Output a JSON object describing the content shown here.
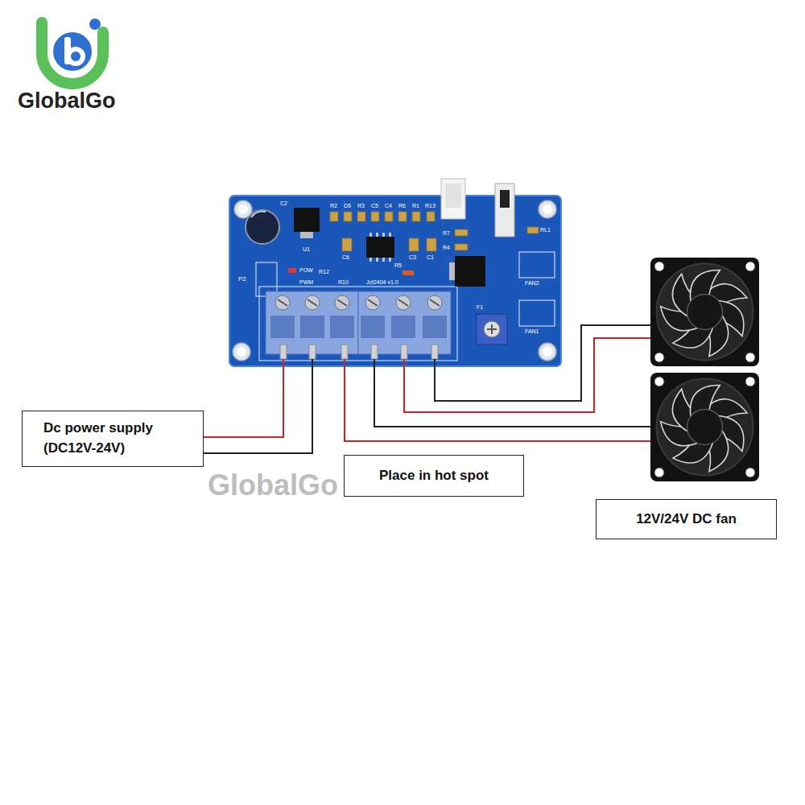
{
  "diagram": {
    "nodes": [
      {
        "text": [
          "Dc power supply (DC12V-24V)"
        ]
      },
      {
        "text": [
          "Place in hot spot"
        ]
      },
      {
        "text": [
          "12V/24V DC fan"
        ]
      }
    ],
    "labels": [
      "GlobalGo",
      "GlobalGo",
      "C2",
      "R2",
      "D5",
      "R3",
      "C5",
      "C4",
      "R6",
      "R1",
      "R13",
      "R7",
      "R4",
      "RL1",
      "U1",
      "C6",
      "C3",
      "C1",
      "POW",
      "R12",
      "PWM",
      "R10",
      "R5",
      "Jcf2404 v1.0",
      "P2",
      "FAN2",
      "FAN1",
      "F1"
    ]
  }
}
